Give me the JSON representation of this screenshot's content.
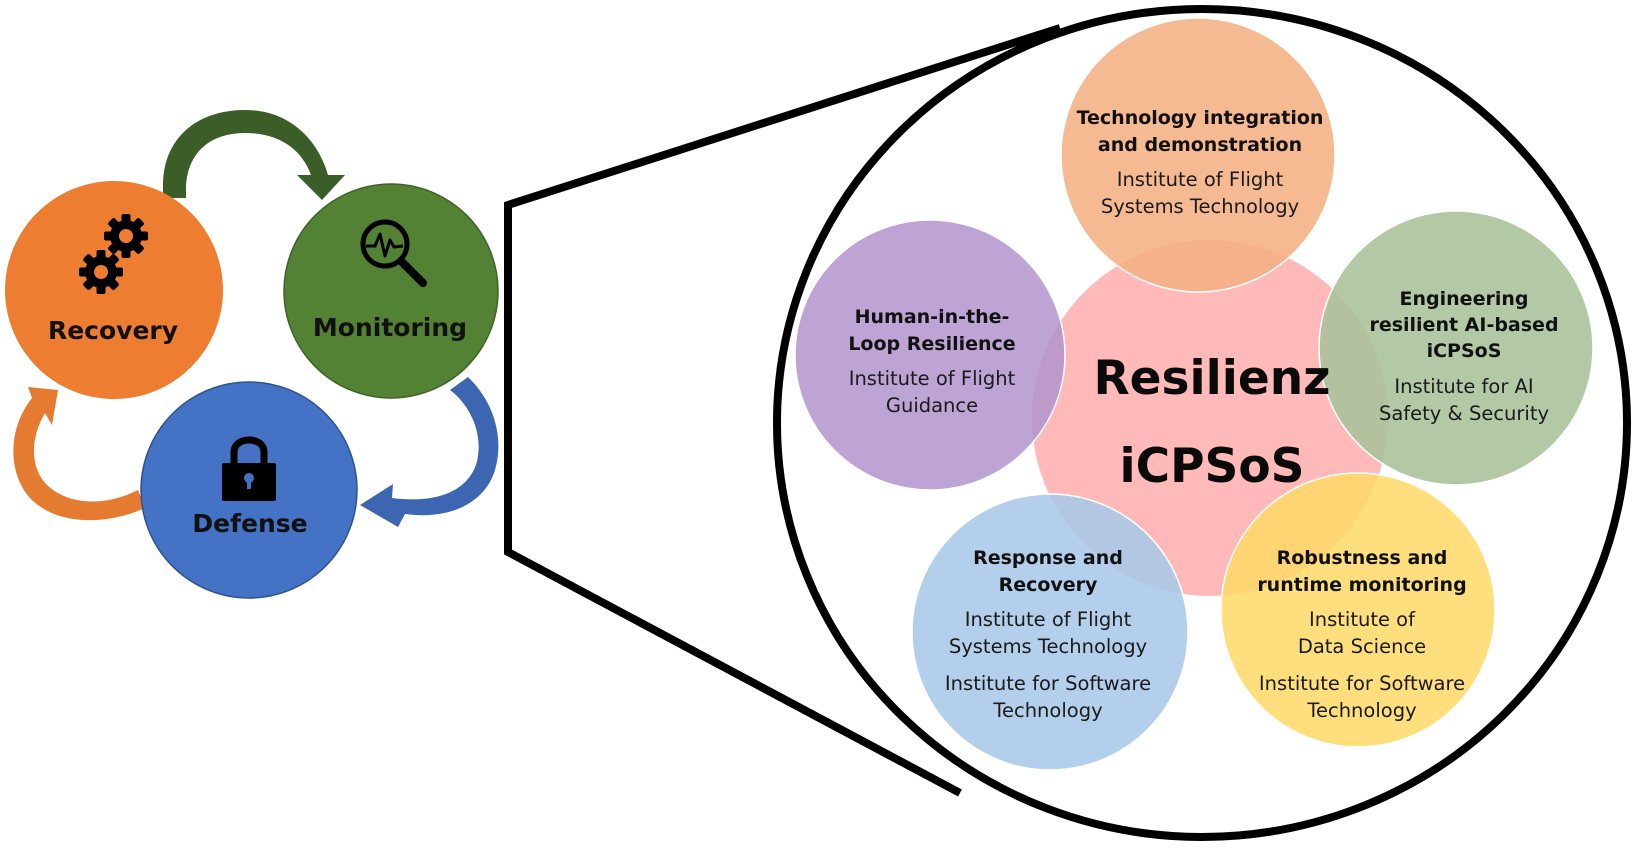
{
  "cycle": {
    "nodes": [
      {
        "id": "recovery",
        "label": "Recovery",
        "icon": "gears-icon",
        "color": "#ED7D31"
      },
      {
        "id": "monitoring",
        "label": "Monitoring",
        "icon": "magnifier-pulse-icon",
        "color": "#548235"
      },
      {
        "id": "defense",
        "label": "Defense",
        "icon": "padlock-icon",
        "color": "#4472C4"
      }
    ],
    "arrows": [
      {
        "from": "recovery",
        "to": "monitoring",
        "color": "#375623"
      },
      {
        "from": "monitoring",
        "to": "defense",
        "color": "#3A62AD"
      },
      {
        "from": "defense",
        "to": "recovery",
        "color": "#ED7D31"
      }
    ]
  },
  "hub": {
    "title_line1": "Resilienz",
    "title_line2": "iCPSoS",
    "color": "#FFB9B9"
  },
  "topics": [
    {
      "id": "tech-integration",
      "title": [
        "Technology integration",
        "and demonstration"
      ],
      "institutes": [
        [
          "Institute of Flight",
          "Systems Technology"
        ]
      ],
      "color": "#F4B183"
    },
    {
      "id": "engineering-ai",
      "title": [
        "Engineering",
        "resilient AI-based",
        "iCPSoS"
      ],
      "institutes": [
        [
          "Institute for AI",
          "Safety & Security"
        ]
      ],
      "color": "#A9C19A"
    },
    {
      "id": "robustness",
      "title": [
        "Robustness and",
        "runtime monitoring"
      ],
      "institutes": [
        [
          "Institute of",
          "Data Science"
        ],
        [
          "Institute for Software",
          "Technology"
        ]
      ],
      "color": "#FFD966"
    },
    {
      "id": "response-recovery",
      "title": [
        "Response and",
        "Recovery"
      ],
      "institutes": [
        [
          "Institute of Flight",
          "Systems Technology"
        ],
        [
          "Institute for Software",
          "Technology"
        ]
      ],
      "color": "#A9C8E8"
    },
    {
      "id": "human-loop",
      "title": [
        "Human-in-the-",
        "Loop Resilience"
      ],
      "institutes": [
        [
          "Institute of Flight",
          "Guidance"
        ]
      ],
      "color": "#B194CC"
    }
  ]
}
